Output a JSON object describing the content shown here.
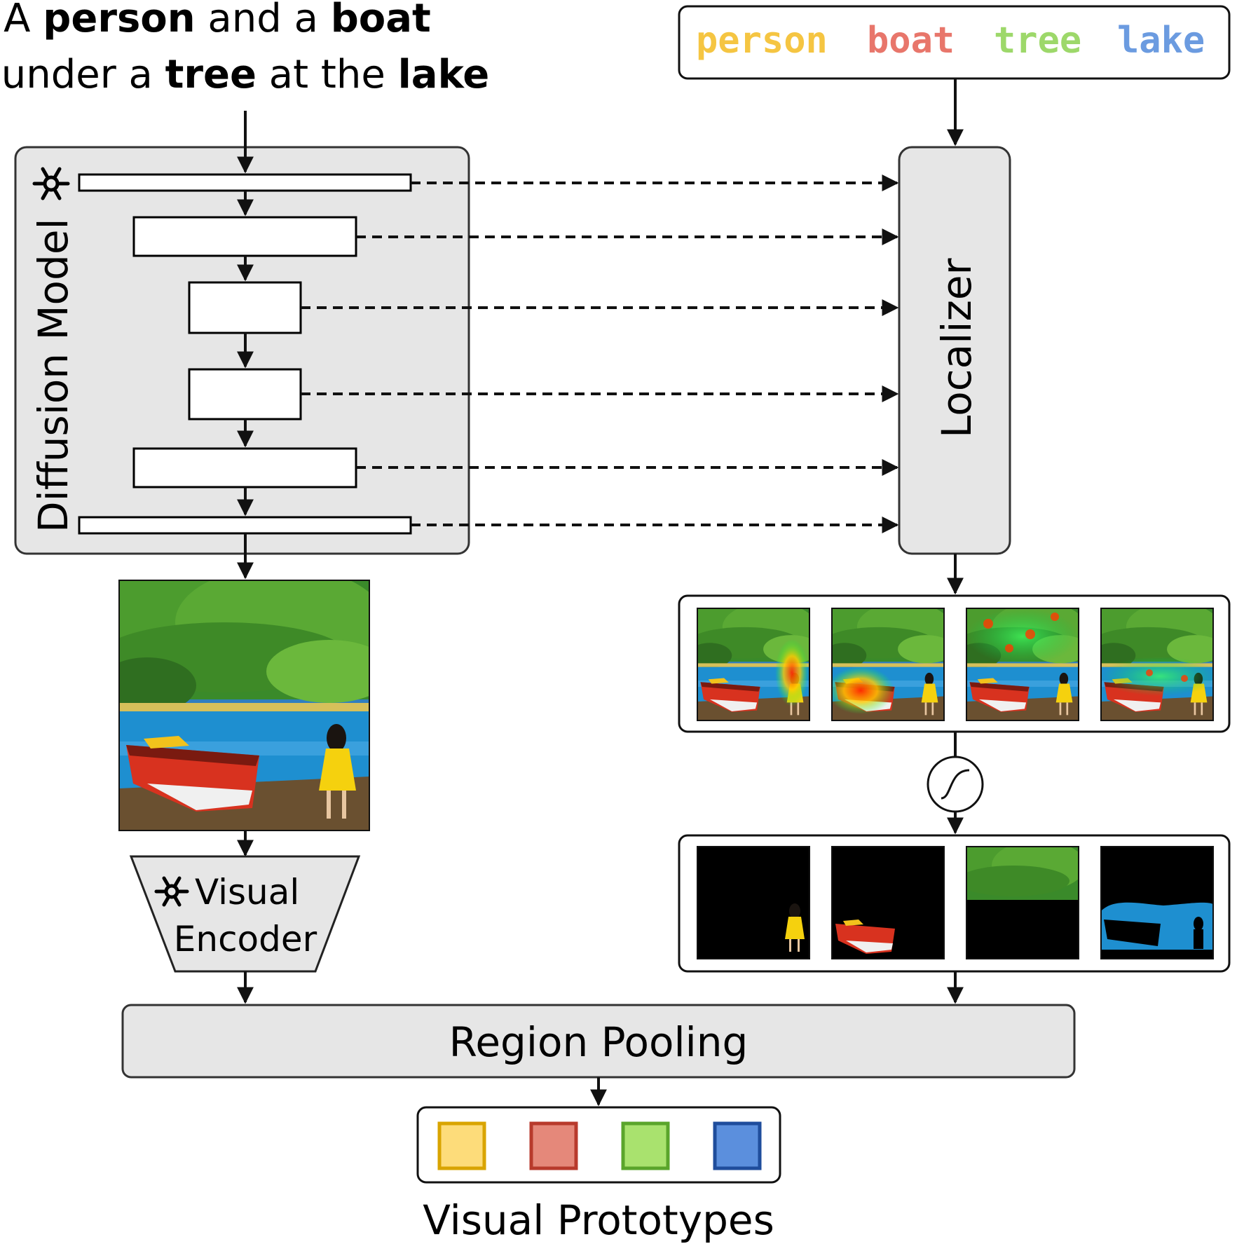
{
  "caption": {
    "line1": [
      {
        "text": "A ",
        "bold": false
      },
      {
        "text": "person",
        "bold": true
      },
      {
        "text": " and a ",
        "bold": false
      },
      {
        "text": "boat",
        "bold": true
      }
    ],
    "line2": [
      {
        "text": "under a ",
        "bold": false
      },
      {
        "text": "tree",
        "bold": true
      },
      {
        "text": " at the ",
        "bold": false
      },
      {
        "text": "lake",
        "bold": true
      }
    ]
  },
  "tokens": [
    {
      "word": "person",
      "color": "#f5c542"
    },
    {
      "word": "boat",
      "color": "#e8766b"
    },
    {
      "word": "tree",
      "color": "#9dd86a"
    },
    {
      "word": "lake",
      "color": "#6b9be0"
    }
  ],
  "diffusion_model": {
    "label": "Diffusion Model",
    "layer_count": 6,
    "frozen_icon": "snowflake-icon"
  },
  "localizer": {
    "label": "Localizer"
  },
  "sigmoid": {
    "icon": "sigmoid-icon"
  },
  "visual_encoder": {
    "line1": "Visual",
    "line2": "Encoder",
    "frozen_icon": "snowflake-icon"
  },
  "region_pooling": {
    "label": "Region Pooling"
  },
  "visual_prototypes": {
    "label": "Visual Prototypes",
    "swatches": [
      {
        "fill": "#fddc7a",
        "stroke": "#d9a400"
      },
      {
        "fill": "#e5887a",
        "stroke": "#b83a2c"
      },
      {
        "fill": "#a9e26e",
        "stroke": "#5aa52b"
      },
      {
        "fill": "#5b8fdd",
        "stroke": "#1f4d9c"
      }
    ]
  },
  "colors": {
    "panel_gray": "#e6e6e6",
    "panel_border": "#333333",
    "line": "#111111"
  }
}
